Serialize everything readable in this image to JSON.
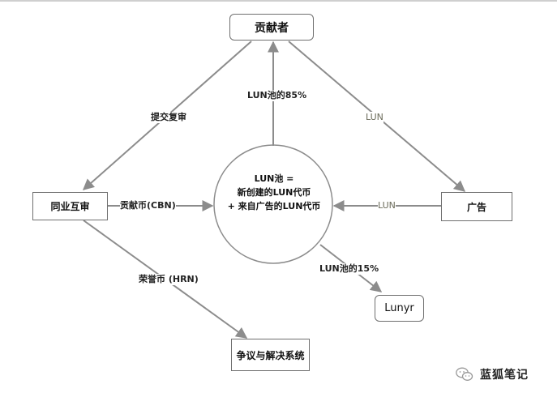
{
  "nodes": {
    "contributor": "贡献者",
    "peer_review": "同业互审",
    "advertising": "广告",
    "dispute": "争议与解决系统",
    "lunyr": "Lunyr"
  },
  "pool": {
    "line1": "LUN池 =",
    "line2": "新创建的LUN代币",
    "line3": "+ 来自广告的LUN代币"
  },
  "edges": {
    "submit_review": "提交复审",
    "pool_85": "LUN池的85%",
    "lun_top": "LUN",
    "cbn": "贡献币(CBN)",
    "lun_right": "LUN",
    "hrn": "荣誉币 (HRN)",
    "pool_15": "LUN池的15%"
  },
  "watermark": {
    "text": "蓝狐笔记"
  },
  "colors": {
    "line": "#8c8c8c",
    "box_border": "#6f6f6f",
    "light_label": "#6b6b5a"
  }
}
